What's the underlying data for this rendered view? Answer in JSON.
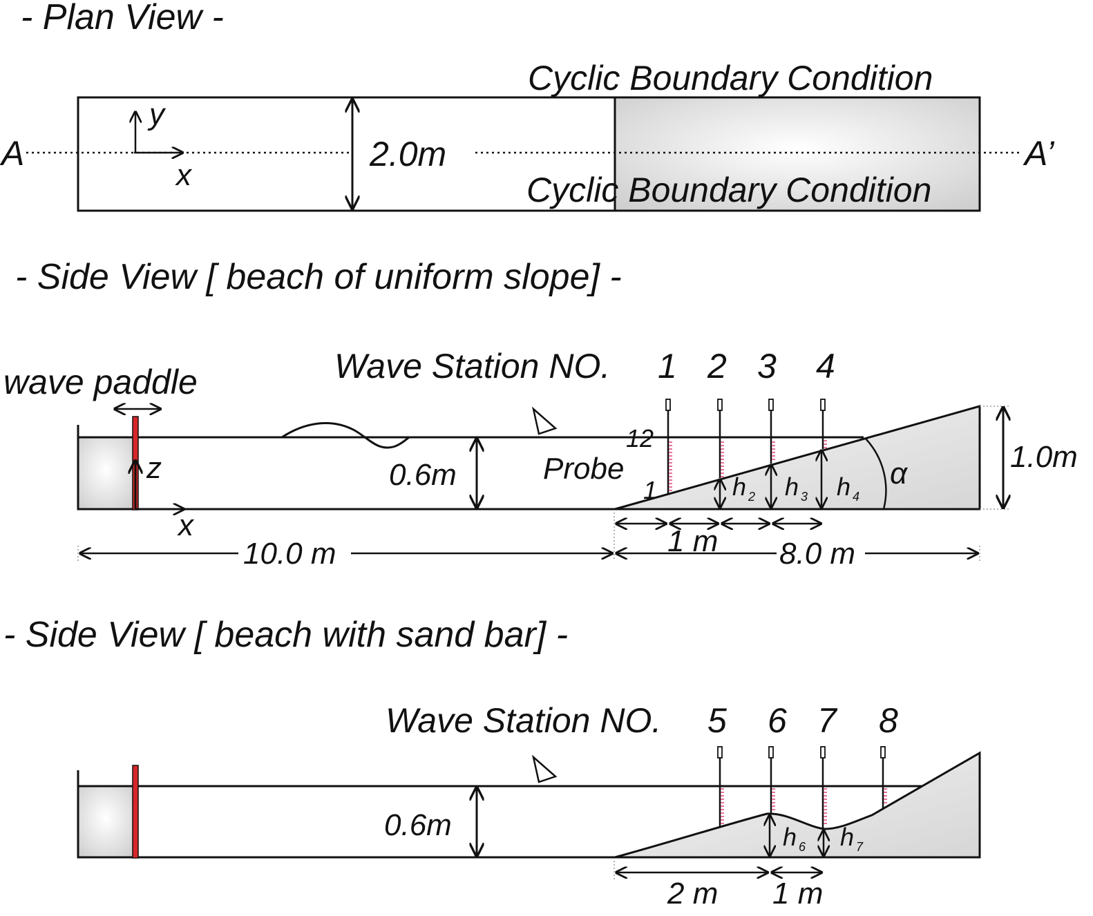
{
  "colors": {
    "ink": "#111111",
    "paddle": "#d62828",
    "tick": "#e0407a"
  },
  "plan": {
    "title": "- Plan View -",
    "boundary_top": "Cyclic Boundary Condition",
    "boundary_bottom": "Cyclic Boundary Condition",
    "left_label": "A",
    "right_label": "A’",
    "width_label": "2.0m",
    "axis_y": "y",
    "axis_x": "x"
  },
  "side1": {
    "title": "- Side View [ beach of uniform slope] -",
    "paddle_label": "wave paddle",
    "stations_label": "Wave Station NO.",
    "stations": [
      "1",
      "2",
      "3",
      "4"
    ],
    "probe_label": "Probe",
    "probe_top": "12",
    "probe_bottom": "1",
    "depth_label": "0.6m",
    "height_label": "1.0m",
    "angle_label": "α",
    "axis_z": "z",
    "axis_x": "x",
    "h_labels": [
      "h",
      "h",
      "h"
    ],
    "h_subs": [
      "2",
      "3",
      "4"
    ],
    "spacing_label": "1 m",
    "flat_length": "10.0 m",
    "slope_length": "8.0 m"
  },
  "side2": {
    "title": "- Side View [ beach with sand bar] -",
    "stations_label": "Wave Station NO.",
    "stations": [
      "5",
      "6",
      "7",
      "8"
    ],
    "depth_label": "0.6m",
    "h_labels": [
      "h",
      "h"
    ],
    "h_subs": [
      "6",
      "7"
    ],
    "dist_a": "2 m",
    "dist_b": "1 m"
  }
}
